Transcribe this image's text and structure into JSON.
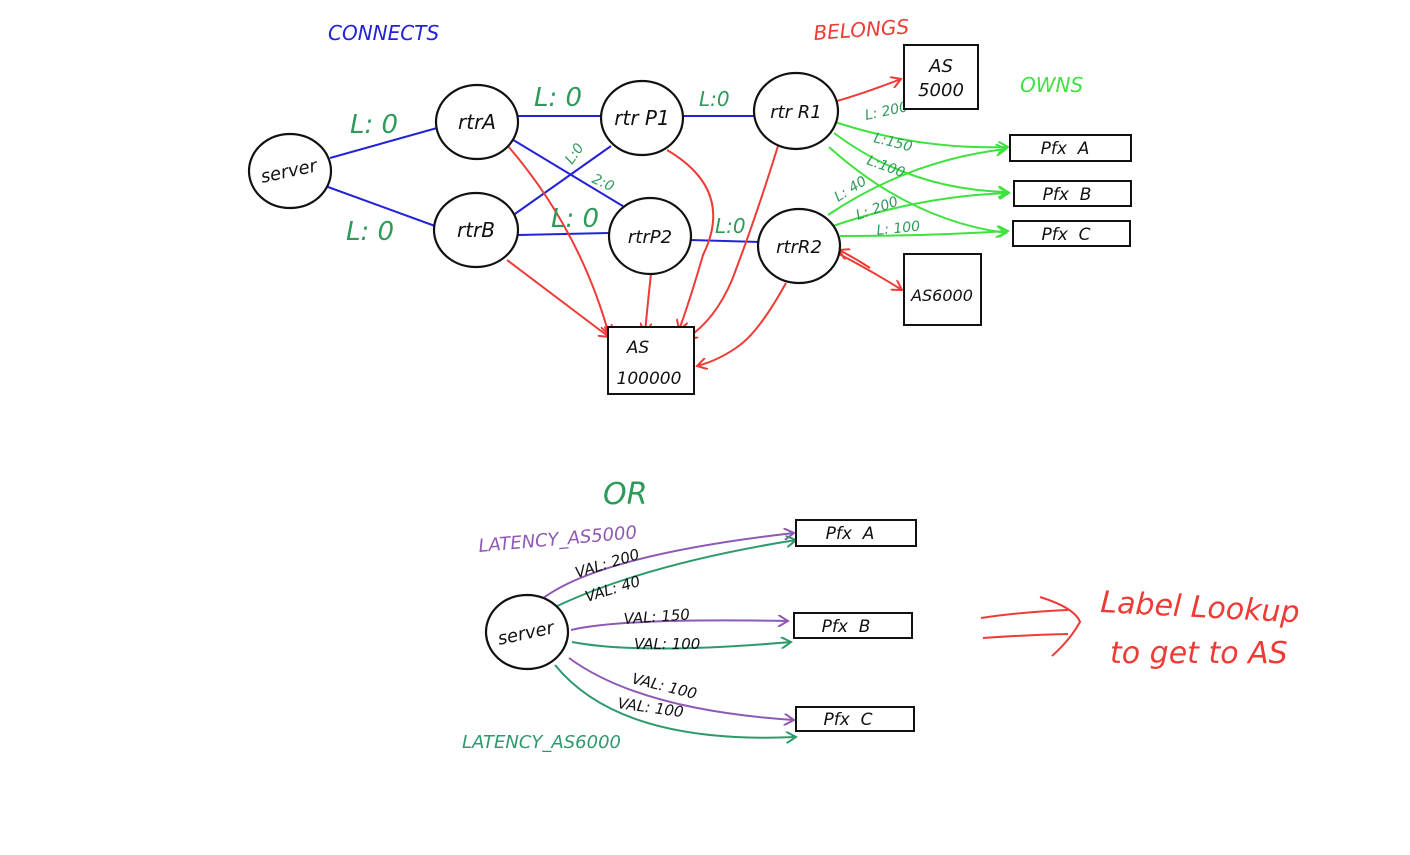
{
  "colors": {
    "connects": "#2323d6",
    "belongs": "#ee3b35",
    "owns": "#3fe23f",
    "latency_label": "#2e9a5a",
    "purple": "#8e59b5",
    "teal": "#2e9a6c",
    "ink": "#111111"
  },
  "legend": {
    "connects": "CONNECTS",
    "belongs": "BELONGS",
    "owns": "OWNS"
  },
  "top": {
    "nodes": {
      "server": "server",
      "rtrA": "rtrA",
      "rtrB": "rtrB",
      "rtrP1": "rtr P1",
      "rtrP2": "rtrP2",
      "rtrR1": "rtr R1",
      "rtrR2": "rtrR2"
    },
    "boxes": {
      "as5000_l1": "AS",
      "as5000_l2": "5000",
      "as6000": "AS6000",
      "as100000_l1": "AS",
      "as100000_l2": "100000",
      "pfxA": "Pfx  A",
      "pfxB": "Pfx  B",
      "pfxC": "Pfx  C"
    },
    "link_labels": {
      "server_rtrA": "L: 0",
      "server_rtrB": "L: 0",
      "rtrA_rtrP1": "L: 0",
      "rtrB_rtrP2": "L: 0",
      "rtrP1_rtrR1": "L:0",
      "rtrB_rtrP1": "L:0",
      "rtrA_rtrP2": "2:0",
      "rtrP2_rtrR2": "L:0"
    },
    "latency_labels": {
      "r1_a": "L: 200",
      "r1_b": "L:150",
      "r1_c": "L:100",
      "r2_a": "L: 40",
      "r2_b": "L: 200",
      "r2_c": "L: 100"
    }
  },
  "separator": "OR",
  "bottom": {
    "server": "server",
    "pfxA": "Pfx  A",
    "pfxB": "Pfx  B",
    "pfxC": "Pfx  C",
    "latency_as5000": "LATENCY_AS5000",
    "latency_as6000": "LATENCY_AS6000",
    "val_a_purple": "VAL: 200",
    "val_a_teal": "VAL: 40",
    "val_b_purple": "VAL: 150",
    "val_b_teal": "VAL: 100",
    "val_c_purple": "VAL: 100",
    "val_c_teal": "VAL: 100"
  },
  "note": {
    "line1": "Label Lookup",
    "line2": "to get to AS"
  }
}
